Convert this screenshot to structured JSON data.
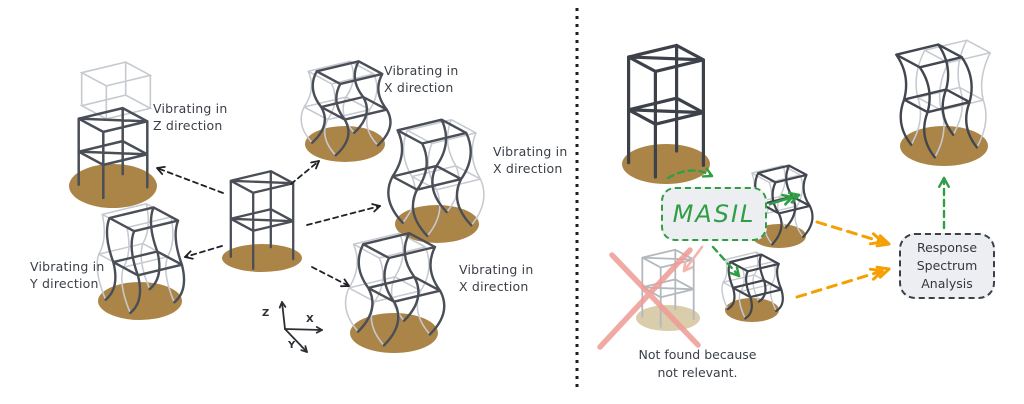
{
  "colors": {
    "frame_dark": "#4a4e57",
    "frame_main": "#3d414a",
    "ghost": "#c6cad0",
    "ground_brown": "#ab8547",
    "ground_pale": "#d9cdab",
    "green": "#2f9e44",
    "orange": "#f59f00",
    "pink": "#ef9a94",
    "pink_light": "#f3b5ae",
    "arrow_black": "#1f2125",
    "text": "#3a3f46",
    "box_fill": "#eceef1"
  },
  "left_panel": {
    "labels": {
      "z": "Vibrating in\nZ direction",
      "x_top": "Vibrating in\nX direction",
      "x_right": "Vibrating in\nX direction",
      "y": "Vibrating in\nY direction",
      "x_bottom": "Vibrating in\nX direction"
    },
    "axis": {
      "x": "X",
      "y": "Y",
      "z": "Z"
    }
  },
  "right_panel": {
    "masil": "MASIL",
    "rsa": "Response\nSpectrum\nAnalysis",
    "note": "Not found because\nnot relevant."
  },
  "illustrations": [
    "reference-frame-structure",
    "mode-shape-vibrating-z",
    "mode-shape-vibrating-x-top",
    "mode-shape-vibrating-x-right",
    "mode-shape-vibrating-y",
    "mode-shape-vibrating-x-bottom",
    "main-structure",
    "rejected-mode-crossed-out",
    "selected-mode-1",
    "selected-mode-2",
    "combined-response-structure"
  ]
}
